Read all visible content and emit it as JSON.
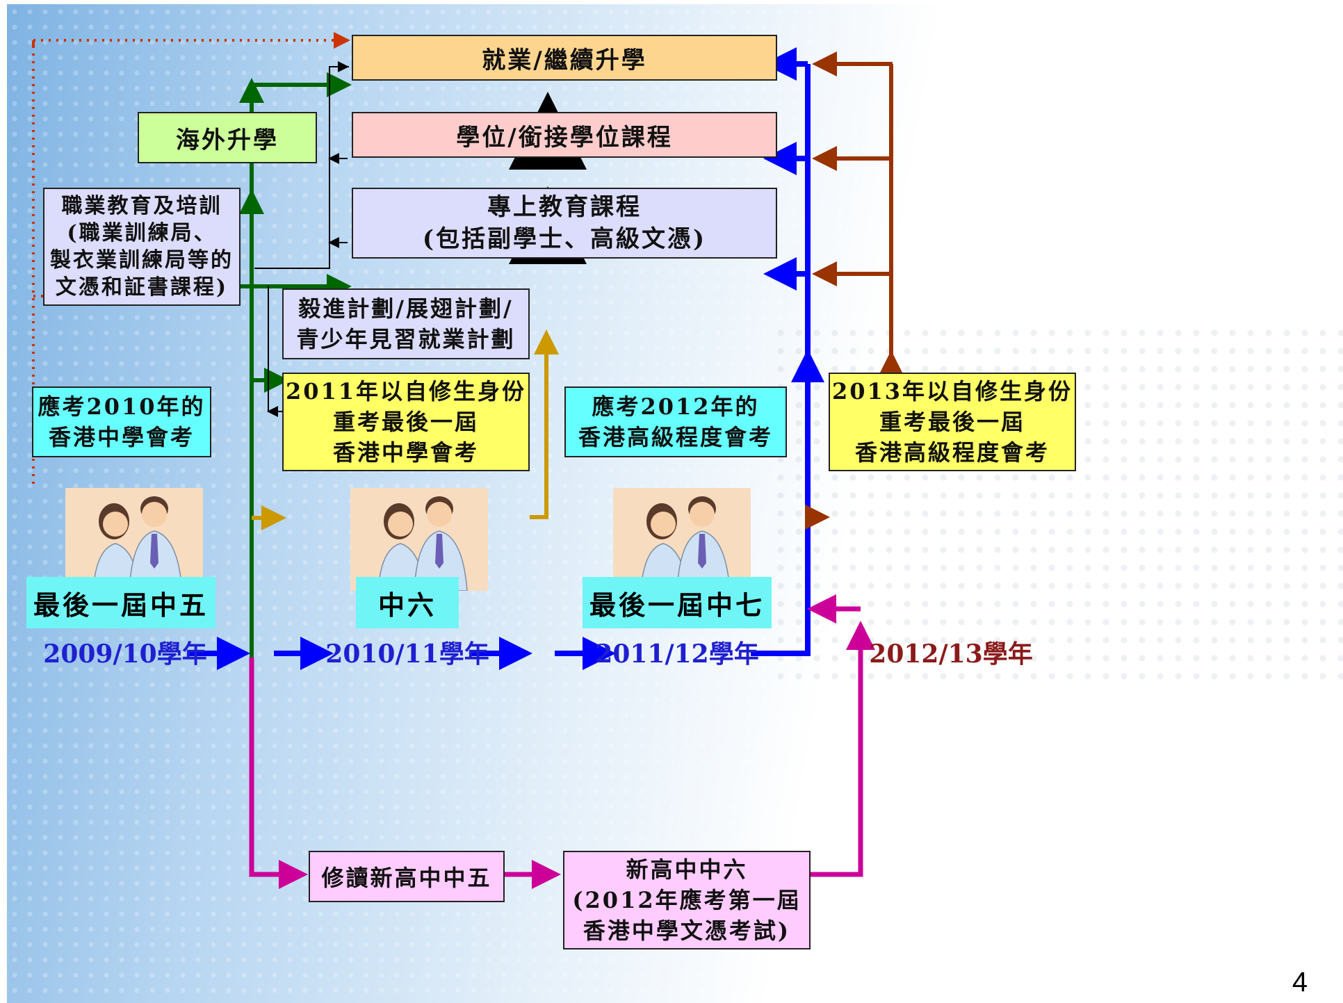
{
  "boxes": {
    "employment": "就業/繼續升學",
    "degree": "學位/銜接學位課程",
    "post_secondary": [
      "專上教育課程",
      "(包括副學士、高級文憑)"
    ],
    "overseas": "海外升學",
    "vocational": [
      "職業教育及培訓",
      "(職業訓練局、",
      "製衣業訓練局等的",
      "文憑和証書課程)"
    ],
    "programmes": [
      "毅進計劃/展翅計劃/",
      "青少年見習就業計劃"
    ],
    "retake_2011": [
      "2011年以自修生身份",
      "重考最後一屆",
      "香港中學會考"
    ],
    "hkcee_2010": [
      "應考2010年的",
      "香港中學會考"
    ],
    "hkale_2012": [
      "應考2012年的",
      "香港高級程度會考"
    ],
    "retake_2013": [
      "2013年以自修生身份",
      "重考最後一屆",
      "香港高級程度會考"
    ],
    "nss_s5": "修讀新高中中五",
    "nss_s6": [
      "新高中中六",
      "(2012年應考第一屆",
      "香港中學文憑考試)"
    ]
  },
  "stages": {
    "s5": "最後一屆中五",
    "s6": "中六",
    "s7": "最後一屆中七"
  },
  "years": {
    "y1": "2009/10學年",
    "y2": "2010/11學年",
    "y3": "2011/12學年",
    "y4": "2012/13學年"
  },
  "page_number": "4",
  "colors": {
    "box_employment": "#fdd58f",
    "box_degree": "#ffcccc",
    "box_lavender": "#dcdcfc",
    "box_overseas": "#ccff99",
    "box_yellow": "#ffff66",
    "box_cyan": "#66ffff",
    "box_pink": "#ffccff",
    "arrow_green": "#006600",
    "arrow_blue": "#0000ff",
    "arrow_brown": "#993300",
    "arrow_gold": "#cc9900",
    "arrow_magenta": "#cc0099",
    "arrow_dotted": "#cc3300",
    "year_blue": "#1f1fd0",
    "year_red": "#8b1a1a"
  }
}
